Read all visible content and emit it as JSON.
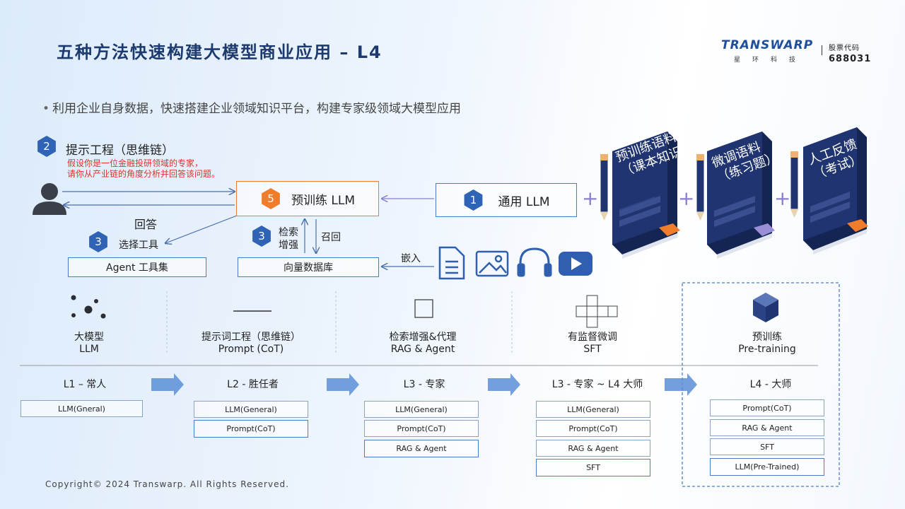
{
  "header": {
    "title": "五种方法快速构建大模型商业应用 – L4",
    "logo_text": "TRANSWARP",
    "logo_sub": "星环科技",
    "stock_label": "股票代码",
    "stock_code": "688031"
  },
  "bullet": "利用企业自身数据，快速搭建企业领域知识平台，构建专家级领域大模型应用",
  "flow": {
    "prompt_num": "2",
    "prompt_title": "提示工程（思维链）",
    "prompt_example_1": "假设你是一位金融投研领域的专家，",
    "prompt_example_2": "请你从产业链的角度分析并回答该问题。",
    "answer": "回答",
    "tool_num": "3",
    "tool_label": "选择工具",
    "agent_box": "Agent 工具集",
    "pretrain_num": "5",
    "pretrain_box": "预训练 LLM",
    "rag_num": "3",
    "rag_label_1": "检索",
    "rag_label_2": "增强",
    "recall": "召回",
    "vector_box": "向量数据库",
    "embed": "嵌入",
    "general_num": "1",
    "general_box": "通用 LLM",
    "plus": "+"
  },
  "books": [
    {
      "line1": "预训练语料",
      "line2": "（课本知识）"
    },
    {
      "line1": "微调语料",
      "line2": "（练习题）"
    },
    {
      "line1": "人工反馈",
      "line2": "（考试）"
    }
  ],
  "columns": [
    {
      "line1": "大模型",
      "line2": "LLM",
      "icon": "dots-icon"
    },
    {
      "line1": "提示词工程（思维链）",
      "line2": "Prompt (CoT)",
      "icon": "line-icon"
    },
    {
      "line1": "检索增强&代理",
      "line2": "RAG & Agent",
      "icon": "square-icon"
    },
    {
      "line1": "有监督微调",
      "line2": "SFT",
      "icon": "cross-grid-icon"
    },
    {
      "line1": "预训练",
      "line2": "Pre-training",
      "icon": "cube-icon"
    }
  ],
  "levels": [
    {
      "title": "L1 – 常人",
      "items": [
        "LLM(Gneral)"
      ]
    },
    {
      "title": "L2 - 胜任者",
      "items": [
        "LLM(General)",
        "Prompt(CoT)"
      ]
    },
    {
      "title": "L3 - 专家",
      "items": [
        "LLM(General)",
        "Prompt(CoT)",
        "RAG & Agent"
      ]
    },
    {
      "title": "L3 - 专家 ~ L4 大师",
      "items": [
        "LLM(General)",
        "Prompt(CoT)",
        "RAG & Agent",
        "SFT"
      ]
    },
    {
      "title": "L4 - 大师",
      "items": [
        "Prompt(CoT)",
        "RAG & Agent",
        "SFT",
        "LLM(Pre-Trained)"
      ]
    }
  ],
  "footer": "Copyright©  2024 Transwarp. All Rights Reserved.",
  "colors": {
    "accent": "#2f63b5",
    "orange": "#f07d2c",
    "book": "#1f3470",
    "red": "#e0312c"
  }
}
